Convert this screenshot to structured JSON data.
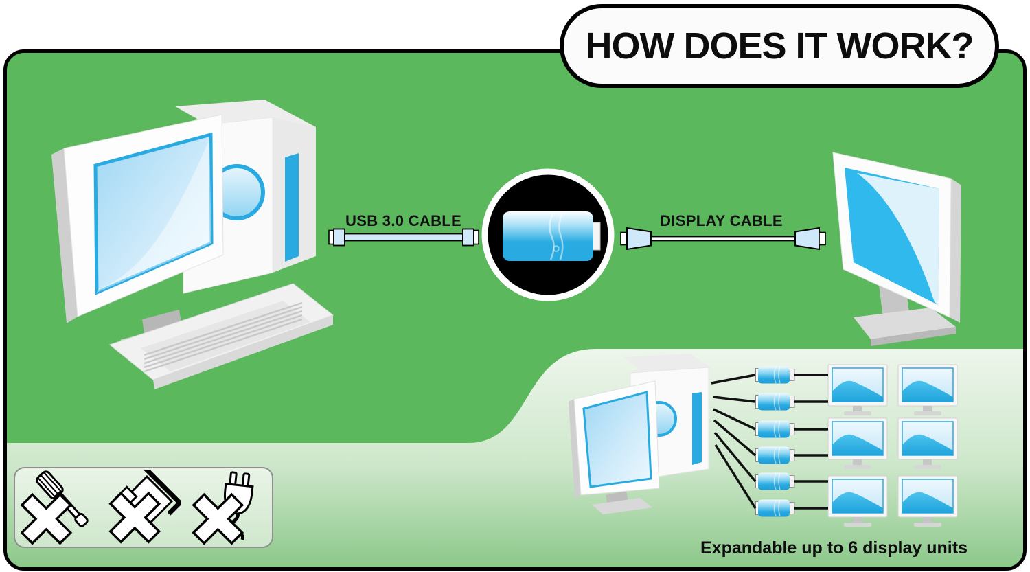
{
  "title": "HOW DOES IT WORK?",
  "connections": {
    "usb_cable_label": "USB 3.0 CABLE",
    "display_cable_label": "DISPLAY CABLE"
  },
  "expand_section": {
    "caption": "Expandable up to 6 display units",
    "adapter_count": 6,
    "monitor_rows": 3,
    "monitor_cols": 2
  },
  "feature_icons": [
    {
      "icon": "no-screwdriver-icon"
    },
    {
      "icon": "no-expansion-card-icon"
    },
    {
      "icon": "no-power-plug-icon"
    }
  ],
  "colors": {
    "card_green": "#5cb85c",
    "light_green_top": "#f0f7ee",
    "light_green_bottom": "#8cc88a",
    "accent_blue": "#29abe2",
    "device_circle": "#000000",
    "pill_background": "#fbfbfb",
    "outline_black": "#000000"
  }
}
